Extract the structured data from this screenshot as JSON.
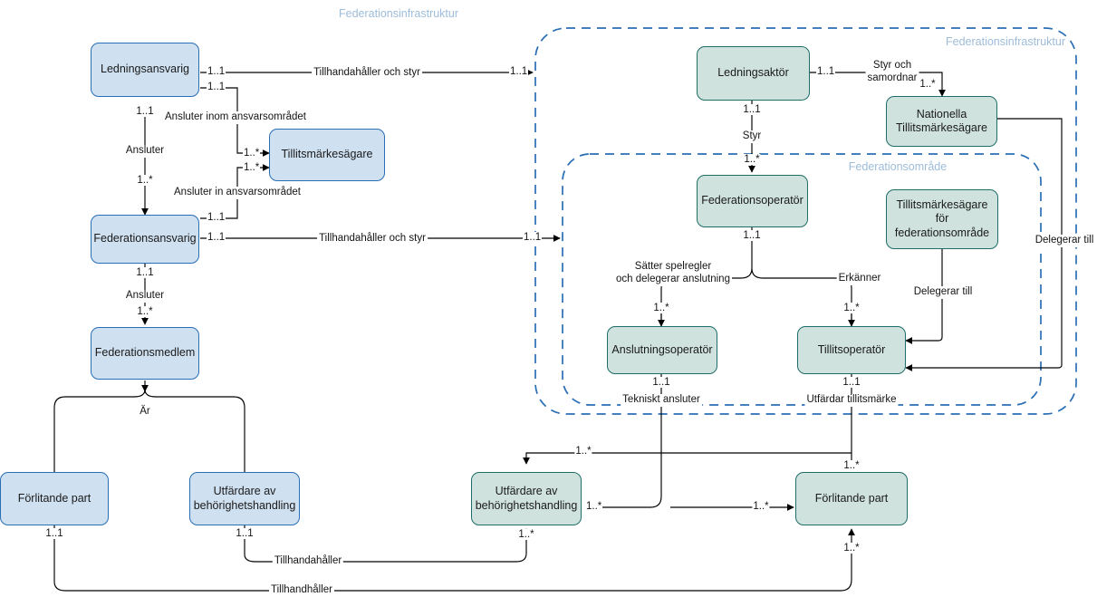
{
  "diagram": {
    "title": "Federationsinfrastruktur",
    "colors": {
      "blue_fill": "#cfe0f1",
      "blue_border": "#2a6eb5",
      "green_fill": "#cfe2dd",
      "green_border": "#1f6d68",
      "zone_title": "#9dbcd9",
      "zone_border": "#2a6eb5",
      "edge": "#000000"
    },
    "zones": [
      {
        "id": "zone-top-title",
        "label": "Federationsinfrastruktur"
      },
      {
        "id": "zone-federationsinfrastruktur",
        "label": "Federationsinfrastruktur"
      },
      {
        "id": "zone-federationsomrade",
        "label": "Federationsområde"
      }
    ],
    "nodes": [
      {
        "id": "ledningsansvarig",
        "label": "Ledningsansvarig",
        "style": "blue"
      },
      {
        "id": "federationsansvarig",
        "label": "Federationsansvarig",
        "style": "blue"
      },
      {
        "id": "tillitsmarkesagare",
        "label": "Tillitsmärkesägare",
        "style": "blue"
      },
      {
        "id": "federationsmedlem",
        "label": "Federationsmedlem",
        "style": "blue"
      },
      {
        "id": "forlitande-part-blue",
        "label": "Förlitande part",
        "style": "blue"
      },
      {
        "id": "utfardare-blue",
        "label": "Utfärdare av\nbehörighetshandling",
        "style": "blue"
      },
      {
        "id": "ledningsaktor",
        "label": "Ledningsaktör",
        "style": "green"
      },
      {
        "id": "nationella-tillitsmarkesagare",
        "label": "Nationella\nTillitsmärkesägare",
        "style": "green"
      },
      {
        "id": "federationsoperator",
        "label": "Federationsoperatör",
        "style": "green"
      },
      {
        "id": "tillitsmarkesagare-fo",
        "label": "Tillitsmärkesägare\nför\nfederationsområde",
        "style": "green"
      },
      {
        "id": "anslutningsoperator",
        "label": "Anslutningsoperatör",
        "style": "green"
      },
      {
        "id": "tillitsoperator",
        "label": "Tillitsoperatör",
        "style": "green"
      },
      {
        "id": "utfardare-green",
        "label": "Utfärdare av\nbehörighetshandling",
        "style": "green"
      },
      {
        "id": "forlitande-part-green",
        "label": "Förlitande part",
        "style": "green"
      }
    ],
    "edge_labels": [
      {
        "id": "edge-tillhandahaller-och-styr-1",
        "text": "Tillhandahåller och styr"
      },
      {
        "id": "edge-tillhandahaller-och-styr-2",
        "text": "Tillhandahåller och styr"
      },
      {
        "id": "edge-ansluter-inom",
        "text": "Ansluter inom ansvarsområdet"
      },
      {
        "id": "edge-ansluter-in",
        "text": "Ansluter in ansvarsområdet"
      },
      {
        "id": "edge-ansluter-1",
        "text": "Ansluter"
      },
      {
        "id": "edge-ansluter-2",
        "text": "Ansluter"
      },
      {
        "id": "edge-ar",
        "text": "Är"
      },
      {
        "id": "edge-styr-och-samordnar",
        "text": "Styr och\nsamordnar"
      },
      {
        "id": "edge-styr",
        "text": "Styr"
      },
      {
        "id": "edge-satter-spelregler",
        "text": "Sätter spelregler\noch delegerar anslutning"
      },
      {
        "id": "edge-erkanner",
        "text": "Erkänner"
      },
      {
        "id": "edge-delegerar-till-1",
        "text": "Delegerar till"
      },
      {
        "id": "edge-delegerar-till-2",
        "text": "Delegerar till"
      },
      {
        "id": "edge-tekniskt-ansluter",
        "text": "Tekniskt ansluter"
      },
      {
        "id": "edge-utfardar-tillitsmarke",
        "text": "Utfärdar tillitsmärke"
      },
      {
        "id": "edge-tillhandahaller",
        "text": "Tillhandahåller"
      },
      {
        "id": "edge-tillhandhaller",
        "text": "Tillhandhåller"
      }
    ],
    "multiplicities": [
      {
        "id": "m-la-right-1",
        "text": "1..1"
      },
      {
        "id": "m-la-right-2",
        "text": "1..1"
      },
      {
        "id": "m-tillh1-end",
        "text": "1..1"
      },
      {
        "id": "m-la-down",
        "text": "1..1"
      },
      {
        "id": "m-fa-up",
        "text": "1..*"
      },
      {
        "id": "m-tm-in-1",
        "text": "1..*"
      },
      {
        "id": "m-tm-in-2",
        "text": "1..*"
      },
      {
        "id": "m-fa-right-1",
        "text": "1..1"
      },
      {
        "id": "m-fa-right-2",
        "text": "1..1"
      },
      {
        "id": "m-tillh2-end",
        "text": "1..1"
      },
      {
        "id": "m-fa-down",
        "text": "1..1"
      },
      {
        "id": "m-fm-up",
        "text": "1..*"
      },
      {
        "id": "m-fp-blue-down",
        "text": "1..1"
      },
      {
        "id": "m-utf-blue-down",
        "text": "1..1"
      },
      {
        "id": "m-ledningsaktor-right",
        "text": "1..1"
      },
      {
        "id": "m-nationella-in",
        "text": "1..*"
      },
      {
        "id": "m-ledningsaktor-down",
        "text": "1..1"
      },
      {
        "id": "m-federationsoperator-in",
        "text": "1..*"
      },
      {
        "id": "m-fo-down",
        "text": "1..1"
      },
      {
        "id": "m-anslutningsoperator-in",
        "text": "1..*"
      },
      {
        "id": "m-tillitsoperator-in",
        "text": "1..*"
      },
      {
        "id": "m-anslutningsoperator-down",
        "text": "1..1"
      },
      {
        "id": "m-tillitsoperator-down",
        "text": "1..1"
      },
      {
        "id": "m-utf-green-top",
        "text": "1..*"
      },
      {
        "id": "m-utf-green-left",
        "text": "1..*"
      },
      {
        "id": "m-fp-green-arrow",
        "text": "1..*"
      },
      {
        "id": "m-fp-green-top",
        "text": "1..*"
      },
      {
        "id": "m-utf-green-bottom",
        "text": "1..*"
      },
      {
        "id": "m-fp-green-bottom",
        "text": "1..*"
      }
    ]
  }
}
